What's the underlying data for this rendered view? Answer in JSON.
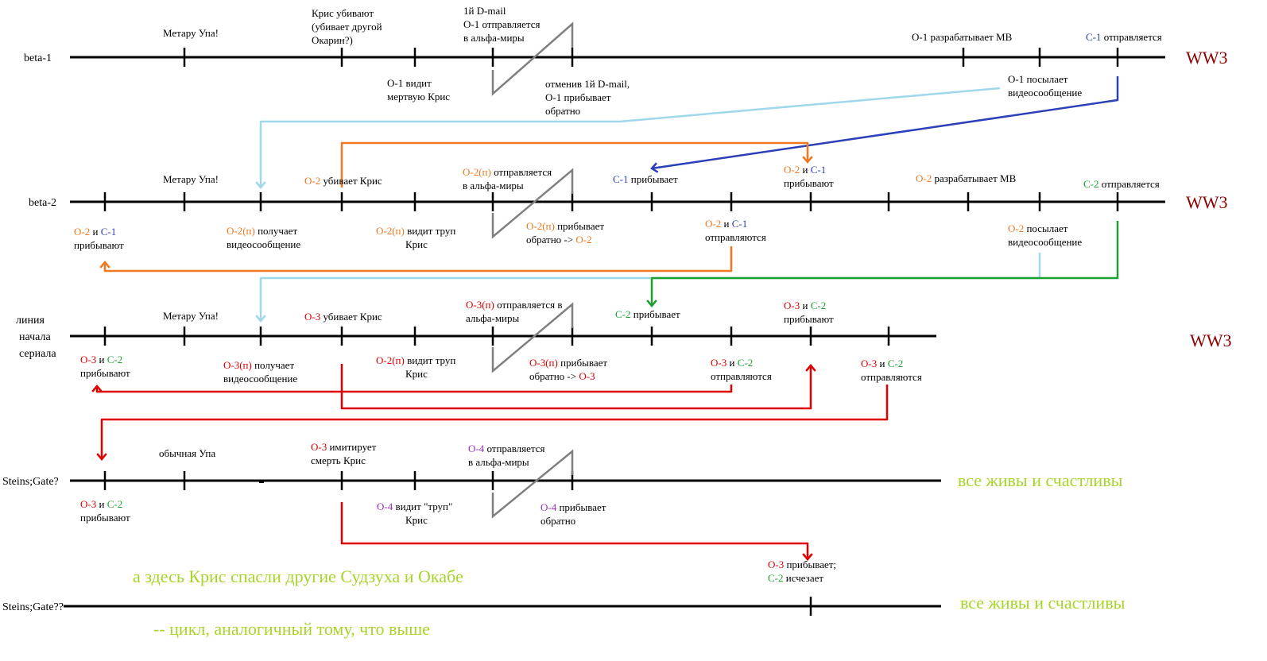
{
  "colors": {
    "black": "#000000",
    "orange": "#f07820",
    "blue": "#2a3fb8",
    "lightblue": "#9ed8ea",
    "red": "#e00000",
    "green": "#1ea030",
    "purple": "#9a2fbf",
    "gray": "#808080",
    "ww3": "#8b0000",
    "happy": "#a8d42a"
  },
  "lines": [
    {
      "id": "beta1",
      "label": "beta-1",
      "ending": "WW3"
    },
    {
      "id": "beta2",
      "label": "beta-2",
      "ending": "WW3"
    },
    {
      "id": "series",
      "label": "линия\nначала\nсериала",
      "ending": "WW3"
    },
    {
      "id": "sg",
      "label": "Steins;Gate?",
      "ending": "все живы и счастливы"
    },
    {
      "id": "sg2",
      "label": "Steins;Gate??",
      "ending": "все живы и счастливы"
    }
  ],
  "notes": [
    "а здесь Крис спасли другие Судзуха и Окабе",
    "-- цикл, аналогичный тому, что выше"
  ],
  "labels": [
    {
      "id": "b1-upa",
      "parts": [
        [
          "Метару Упа!",
          ""
        ]
      ]
    },
    {
      "id": "b1-kris1",
      "parts": [
        [
          "Крис убивают",
          ""
        ]
      ]
    },
    {
      "id": "b1-kris2",
      "parts": [
        [
          "(убивает другой",
          ""
        ]
      ]
    },
    {
      "id": "b1-kris3",
      "parts": [
        [
          "Окарин?)",
          ""
        ]
      ]
    },
    {
      "id": "b1-dmail1",
      "parts": [
        [
          "1й D-mail",
          ""
        ]
      ]
    },
    {
      "id": "b1-dmail2",
      "parts": [
        [
          "О-1 отправляется",
          ""
        ]
      ]
    },
    {
      "id": "b1-dmail3",
      "parts": [
        [
          "в альфа-миры",
          ""
        ]
      ]
    },
    {
      "id": "b1-mb",
      "parts": [
        [
          "О-1 разрабатывает МВ",
          ""
        ]
      ]
    },
    {
      "id": "b1-c1",
      "parts": [
        [
          "С-1",
          "B"
        ],
        [
          " отправляется",
          ""
        ]
      ]
    },
    {
      "id": "b1-sees1",
      "parts": [
        [
          "О-1 видит",
          ""
        ]
      ]
    },
    {
      "id": "b1-sees2",
      "parts": [
        [
          "мертвую Крис",
          ""
        ]
      ]
    },
    {
      "id": "b1-back1",
      "parts": [
        [
          "отменив 1й D-mail,",
          ""
        ]
      ]
    },
    {
      "id": "b1-back2",
      "parts": [
        [
          "О-1 прибывает",
          ""
        ]
      ]
    },
    {
      "id": "b1-back3",
      "parts": [
        [
          "обратно",
          ""
        ]
      ]
    },
    {
      "id": "b1-video1",
      "parts": [
        [
          "О-1 посылает",
          ""
        ]
      ]
    },
    {
      "id": "b1-video2",
      "parts": [
        [
          "видеосообщение",
          ""
        ]
      ]
    },
    {
      "id": "b2-upa",
      "parts": [
        [
          "Метару Упа!",
          ""
        ]
      ]
    },
    {
      "id": "b2-kills",
      "parts": [
        [
          "О-2",
          "O"
        ],
        [
          " убивает Крис",
          ""
        ]
      ]
    },
    {
      "id": "b2-sends1",
      "parts": [
        [
          "О-2(п)",
          "O"
        ],
        [
          " отправляется",
          ""
        ]
      ]
    },
    {
      "id": "b2-sends2",
      "parts": [
        [
          "в альфа-миры",
          ""
        ]
      ]
    },
    {
      "id": "b2-c1arr",
      "parts": [
        [
          "С-1",
          "B"
        ],
        [
          " прибывает",
          ""
        ]
      ]
    },
    {
      "id": "b2-o2c1a",
      "parts": [
        [
          "О-2",
          "O"
        ],
        [
          " и ",
          ""
        ],
        [
          "С-1",
          "B"
        ]
      ]
    },
    {
      "id": "b2-o2c1b",
      "parts": [
        [
          "прибывают",
          ""
        ]
      ]
    },
    {
      "id": "b2-mb",
      "parts": [
        [
          "О-2",
          "O"
        ],
        [
          " разрабатывает МВ",
          ""
        ]
      ]
    },
    {
      "id": "b2-c2",
      "parts": [
        [
          "С-2",
          "G"
        ],
        [
          " отправляется",
          ""
        ]
      ]
    },
    {
      "id": "b2-arr1",
      "parts": [
        [
          "О-2",
          "O"
        ],
        [
          " и ",
          ""
        ],
        [
          "С-1",
          "B"
        ]
      ]
    },
    {
      "id": "b2-arr2",
      "parts": [
        [
          "прибывают",
          ""
        ]
      ]
    },
    {
      "id": "b2-recv1",
      "parts": [
        [
          "О-2(п)",
          "O"
        ],
        [
          " получает",
          ""
        ]
      ]
    },
    {
      "id": "b2-recv2",
      "parts": [
        [
          "видеосообщение",
          ""
        ]
      ]
    },
    {
      "id": "b2-sees1",
      "parts": [
        [
          "О-2(п)",
          "O"
        ],
        [
          " видит труп",
          ""
        ]
      ]
    },
    {
      "id": "b2-sees2",
      "parts": [
        [
          "Крис",
          ""
        ]
      ]
    },
    {
      "id": "b2-back1",
      "parts": [
        [
          "О-2(п)",
          "O"
        ],
        [
          " прибывает",
          ""
        ]
      ]
    },
    {
      "id": "b2-back2",
      "parts": [
        [
          "обратно -> ",
          ""
        ],
        [
          "О-2",
          "O"
        ]
      ]
    },
    {
      "id": "b2-leave1",
      "parts": [
        [
          "О-2",
          "O"
        ],
        [
          " и ",
          ""
        ],
        [
          "С-1",
          "B"
        ]
      ]
    },
    {
      "id": "b2-leave2",
      "parts": [
        [
          "отправляются",
          ""
        ]
      ]
    },
    {
      "id": "b2-video1",
      "parts": [
        [
          "О-2",
          "O"
        ],
        [
          " посылает",
          ""
        ]
      ]
    },
    {
      "id": "b2-video2",
      "parts": [
        [
          "видеосообщение",
          ""
        ]
      ]
    },
    {
      "id": "s-upa",
      "parts": [
        [
          "Метару Упа!",
          ""
        ]
      ]
    },
    {
      "id": "s-kills",
      "parts": [
        [
          "О-3",
          "R"
        ],
        [
          " убивает Крис",
          ""
        ]
      ]
    },
    {
      "id": "s-sends1",
      "parts": [
        [
          "О-3(п)",
          "R"
        ],
        [
          " отправляется в",
          ""
        ]
      ]
    },
    {
      "id": "s-sends2",
      "parts": [
        [
          "альфа-миры",
          ""
        ]
      ]
    },
    {
      "id": "s-c2arr",
      "parts": [
        [
          "С-2",
          "G"
        ],
        [
          " прибывает",
          ""
        ]
      ]
    },
    {
      "id": "s-o3c2a",
      "parts": [
        [
          "О-3",
          "R"
        ],
        [
          " и ",
          ""
        ],
        [
          "С-2",
          "G"
        ]
      ]
    },
    {
      "id": "s-o3c2b",
      "parts": [
        [
          "прибывают",
          ""
        ]
      ]
    },
    {
      "id": "s-arr1",
      "parts": [
        [
          "О-3",
          "R"
        ],
        [
          " и ",
          ""
        ],
        [
          "С-2",
          "G"
        ]
      ]
    },
    {
      "id": "s-arr2",
      "parts": [
        [
          "прибывают",
          ""
        ]
      ]
    },
    {
      "id": "s-recv1",
      "parts": [
        [
          "О-3(п)",
          "R"
        ],
        [
          " получает",
          ""
        ]
      ]
    },
    {
      "id": "s-recv2",
      "parts": [
        [
          "видеосообщение",
          ""
        ]
      ]
    },
    {
      "id": "s-sees1",
      "parts": [
        [
          "О-2(п)",
          "R"
        ],
        [
          " видит труп",
          ""
        ]
      ]
    },
    {
      "id": "s-sees2",
      "parts": [
        [
          "Крис",
          ""
        ]
      ]
    },
    {
      "id": "s-back1",
      "parts": [
        [
          "О-3(п)",
          "R"
        ],
        [
          " прибывает",
          ""
        ]
      ]
    },
    {
      "id": "s-back2",
      "parts": [
        [
          "обратно -> ",
          ""
        ],
        [
          "О-3",
          "R"
        ]
      ]
    },
    {
      "id": "s-leave1",
      "parts": [
        [
          "О-3",
          "R"
        ],
        [
          " и ",
          ""
        ],
        [
          "С-2",
          "G"
        ]
      ]
    },
    {
      "id": "s-leave2",
      "parts": [
        [
          "отправляются",
          ""
        ]
      ]
    },
    {
      "id": "s-leave3",
      "parts": [
        [
          "О-3",
          "R"
        ],
        [
          " и ",
          ""
        ],
        [
          "С-2",
          "G"
        ]
      ]
    },
    {
      "id": "s-leave4",
      "parts": [
        [
          "отправляются",
          ""
        ]
      ]
    },
    {
      "id": "g-upa",
      "parts": [
        [
          "обычная Упа",
          ""
        ]
      ]
    },
    {
      "id": "g-fake1",
      "parts": [
        [
          "О-3",
          "R"
        ],
        [
          " имитирует",
          ""
        ]
      ]
    },
    {
      "id": "g-fake2",
      "parts": [
        [
          "смерть Крис",
          ""
        ]
      ]
    },
    {
      "id": "g-o4s1",
      "parts": [
        [
          "О-4",
          "P"
        ],
        [
          " отправляется",
          ""
        ]
      ]
    },
    {
      "id": "g-o4s2",
      "parts": [
        [
          "в альфа-миры",
          ""
        ]
      ]
    },
    {
      "id": "g-arr1",
      "parts": [
        [
          "О-3",
          "R"
        ],
        [
          " и ",
          ""
        ],
        [
          "С-2",
          "G"
        ]
      ]
    },
    {
      "id": "g-arr2",
      "parts": [
        [
          "прибывают",
          ""
        ]
      ]
    },
    {
      "id": "g-sees1",
      "parts": [
        [
          "О-4",
          "P"
        ],
        [
          " видит \"труп\"",
          ""
        ]
      ]
    },
    {
      "id": "g-sees2",
      "parts": [
        [
          "Крис",
          ""
        ]
      ]
    },
    {
      "id": "g-back1",
      "parts": [
        [
          "О-4",
          "P"
        ],
        [
          " прибывает",
          ""
        ]
      ]
    },
    {
      "id": "g-back2",
      "parts": [
        [
          "обратно",
          ""
        ]
      ]
    },
    {
      "id": "g-o3arr1",
      "parts": [
        [
          "О-3",
          "R"
        ],
        [
          " прибывает;",
          ""
        ]
      ]
    },
    {
      "id": "g-o3arr2",
      "parts": [
        [
          "С-2",
          "G"
        ],
        [
          " исчезает",
          ""
        ]
      ]
    }
  ]
}
